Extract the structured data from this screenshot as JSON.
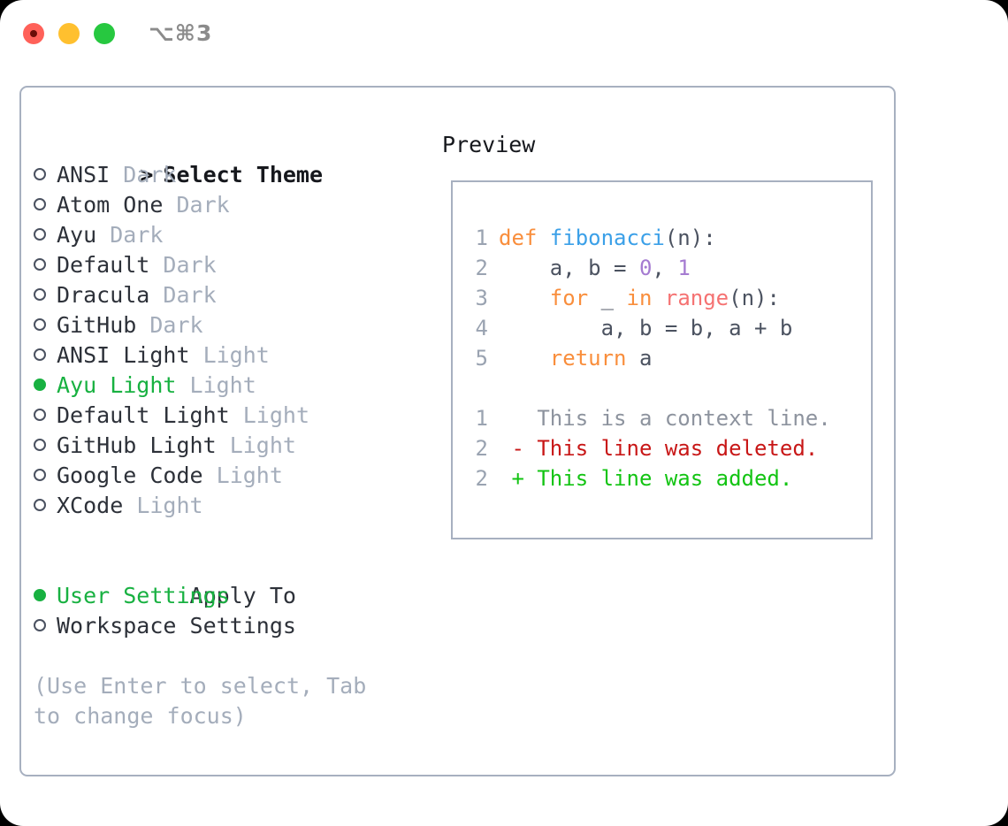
{
  "window": {
    "title": "⌥⌘3",
    "controls": [
      "close",
      "minimize",
      "maximize"
    ]
  },
  "theme_list": {
    "heading": "Select Theme",
    "heading_prefix": "> ",
    "items": [
      {
        "marker": "hollow",
        "name": "ANSI",
        "variant": "Dark",
        "selected": false
      },
      {
        "marker": "hollow",
        "name": "Atom One",
        "variant": "Dark",
        "selected": false
      },
      {
        "marker": "hollow",
        "name": "Ayu",
        "variant": "Dark",
        "selected": false
      },
      {
        "marker": "hollow",
        "name": "Default",
        "variant": "Dark",
        "selected": false
      },
      {
        "marker": "hollow",
        "name": "Dracula",
        "variant": "Dark",
        "selected": false
      },
      {
        "marker": "hollow",
        "name": "GitHub",
        "variant": "Dark",
        "selected": false
      },
      {
        "marker": "hollow",
        "name": "ANSI Light",
        "variant": "Light",
        "selected": false
      },
      {
        "marker": "filled",
        "name": "Ayu Light",
        "variant": "Light",
        "selected": true
      },
      {
        "marker": "hollow",
        "name": "Default Light",
        "variant": "Light",
        "selected": false
      },
      {
        "marker": "hollow",
        "name": "GitHub Light",
        "variant": "Light",
        "selected": false
      },
      {
        "marker": "hollow",
        "name": "Google Code",
        "variant": "Light",
        "selected": false
      },
      {
        "marker": "hollow",
        "name": "XCode",
        "variant": "Light",
        "selected": false
      }
    ]
  },
  "apply_to": {
    "heading": "Apply To",
    "items": [
      {
        "marker": "filled",
        "name": "User Settings",
        "selected": true
      },
      {
        "marker": "hollow",
        "name": "Workspace Settings",
        "selected": false
      }
    ]
  },
  "hint": "(Use Enter to select, Tab to change focus)",
  "preview": {
    "heading": "Preview",
    "code_lines": [
      {
        "number": "1",
        "tokens": [
          {
            "text": "def ",
            "kind": "kw"
          },
          {
            "text": "fibonacci",
            "kind": "fn"
          },
          {
            "text": "(n):",
            "kind": "plain"
          }
        ]
      },
      {
        "number": "2",
        "tokens": [
          {
            "text": "    a, b = ",
            "kind": "plain"
          },
          {
            "text": "0",
            "kind": "num"
          },
          {
            "text": ", ",
            "kind": "plain"
          },
          {
            "text": "1",
            "kind": "num"
          }
        ]
      },
      {
        "number": "3",
        "tokens": [
          {
            "text": "    ",
            "kind": "plain"
          },
          {
            "text": "for",
            "kind": "kw"
          },
          {
            "text": " _ ",
            "kind": "plain"
          },
          {
            "text": "in",
            "kind": "kw"
          },
          {
            "text": " ",
            "kind": "plain"
          },
          {
            "text": "range",
            "kind": "call"
          },
          {
            "text": "(n):",
            "kind": "plain"
          }
        ]
      },
      {
        "number": "4",
        "tokens": [
          {
            "text": "        a, b = b, a + b",
            "kind": "plain"
          }
        ]
      },
      {
        "number": "5",
        "tokens": [
          {
            "text": "    ",
            "kind": "plain"
          },
          {
            "text": "return",
            "kind": "kw"
          },
          {
            "text": " a",
            "kind": "plain"
          }
        ]
      }
    ],
    "diff_lines": [
      {
        "number": "1",
        "tokens": [
          {
            "text": "   This is a context line.",
            "kind": "ctx"
          }
        ]
      },
      {
        "number": "2",
        "tokens": [
          {
            "text": " - This line was deleted.",
            "kind": "del"
          }
        ]
      },
      {
        "number": "2",
        "tokens": [
          {
            "text": " + This line was added.",
            "kind": "add"
          }
        ]
      }
    ]
  },
  "colors": {
    "selection_green": "#18b141",
    "variant_grey": "#a4adbb",
    "border": "#a7b0c0",
    "keyword_orange": "#f98e3c",
    "function_blue": "#3ba0e8",
    "number_purple": "#a57bd1",
    "call_red": "#f57272",
    "diff_deleted": "#c81717",
    "diff_added": "#13c413",
    "context_grey": "#8d939e",
    "traffic_close": "#ff6159",
    "traffic_minimize": "#ffc02f",
    "traffic_maximize": "#27c840"
  }
}
